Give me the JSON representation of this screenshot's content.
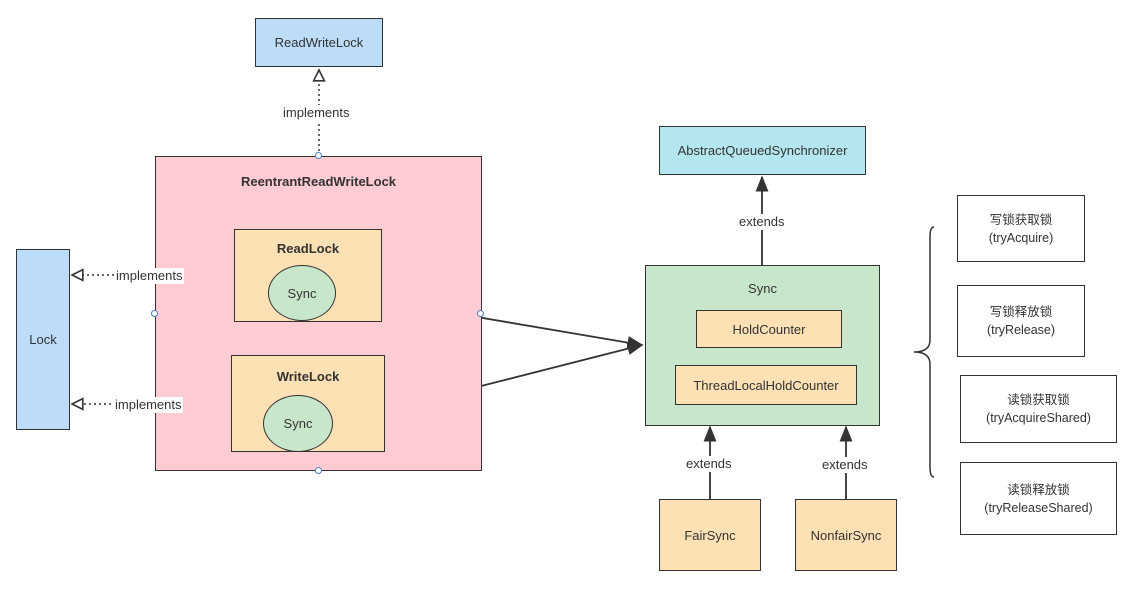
{
  "nodes": {
    "readwritelock": "ReadWriteLock",
    "reentrant": "ReentrantReadWriteLock",
    "readlock": "ReadLock",
    "writelock": "WriteLock",
    "sync_read": "Sync",
    "sync_write": "Sync",
    "lock": "Lock",
    "aqs": "AbstractQueuedSynchronizer",
    "sync": "Sync",
    "holdcounter": "HoldCounter",
    "threadlocal": "ThreadLocalHoldCounter",
    "fairsync": "FairSync",
    "nonfairsync": "NonfairSync"
  },
  "edge_labels": {
    "rrwl_implements": "implements",
    "readlock_implements": "implements",
    "writelock_implements": "implements",
    "sync_extends_aqs": "extends",
    "fair_extends": "extends",
    "nonfair_extends": "extends"
  },
  "notes": [
    {
      "line1": "写锁获取锁",
      "line2": "(tryAcquire)"
    },
    {
      "line1": "写锁释放锁",
      "line2": "(tryRelease)"
    },
    {
      "line1": "读锁获取锁",
      "line2": "(tryAcquireShared)"
    },
    {
      "line1": "读锁释放锁",
      "line2": "(tryReleaseShared)"
    }
  ],
  "colors": {
    "interface": "#bddcf7",
    "aqs": "#b3e6ef",
    "container": "#ffccd4",
    "inner_class": "#fde0b4",
    "sync": "#c8e6c9",
    "stroke": "#333333",
    "handle": "#4a7fc1"
  }
}
